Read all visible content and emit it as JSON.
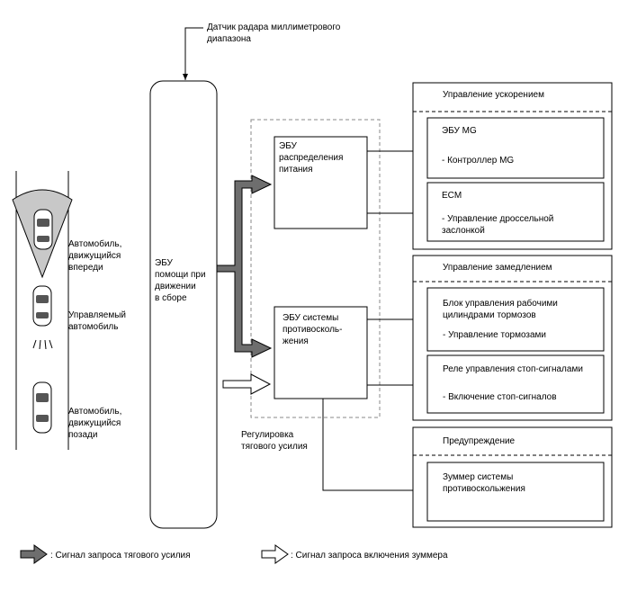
{
  "radar_sensor": [
    "Датчик радара миллиметрового",
    "диапазона"
  ],
  "assist_ecu": [
    "ЭБУ",
    "помощи при",
    "движении",
    "в сборе"
  ],
  "power_ecu": [
    "ЭБУ",
    "распределения",
    "питания"
  ],
  "collision_ecu": [
    "ЭБУ системы",
    "противосколь-",
    "жения"
  ],
  "traction_control_label": [
    "Регулировка",
    "тягового усилия"
  ],
  "vehicles": {
    "front": [
      "Автомобиль,",
      "движущийся",
      "впереди"
    ],
    "own": [
      "Управляемый",
      "автомобиль"
    ],
    "rear": [
      "Автомобиль,",
      "движущийся",
      "позади"
    ]
  },
  "groups": {
    "acceleration": {
      "title": "Управление ускорением",
      "items": [
        {
          "title": [
            "ЭБУ MG"
          ],
          "detail": [
            "- Контроллер MG"
          ]
        },
        {
          "title": [
            "ECM"
          ],
          "detail": [
            "- Управление дроссельной",
            "заслонкой"
          ]
        }
      ]
    },
    "deceleration": {
      "title": "Управление замедлением",
      "items": [
        {
          "title": [
            "Блок управления рабочими",
            "цилиндрами тормозов"
          ],
          "detail": [
            "- Управление тормозами"
          ]
        },
        {
          "title": [
            "Реле управления стоп-сигналами"
          ],
          "detail": [
            "- Включение стоп-сигналов"
          ]
        }
      ]
    },
    "warning": {
      "title": "Предупреждение",
      "items": [
        {
          "title": [
            "Зуммер системы",
            "противоскольжения"
          ],
          "detail": []
        }
      ]
    }
  },
  "legend": {
    "traction_signal": ": Сигнал запроса тягового усилия",
    "buzzer_signal": ": Сигнал запроса включения зуммера"
  },
  "colors": {
    "line": "#000000",
    "traction_arrow": "#6e6e6e",
    "dashed_frame": "#888888",
    "radar_cone": "#c8c8c8"
  }
}
